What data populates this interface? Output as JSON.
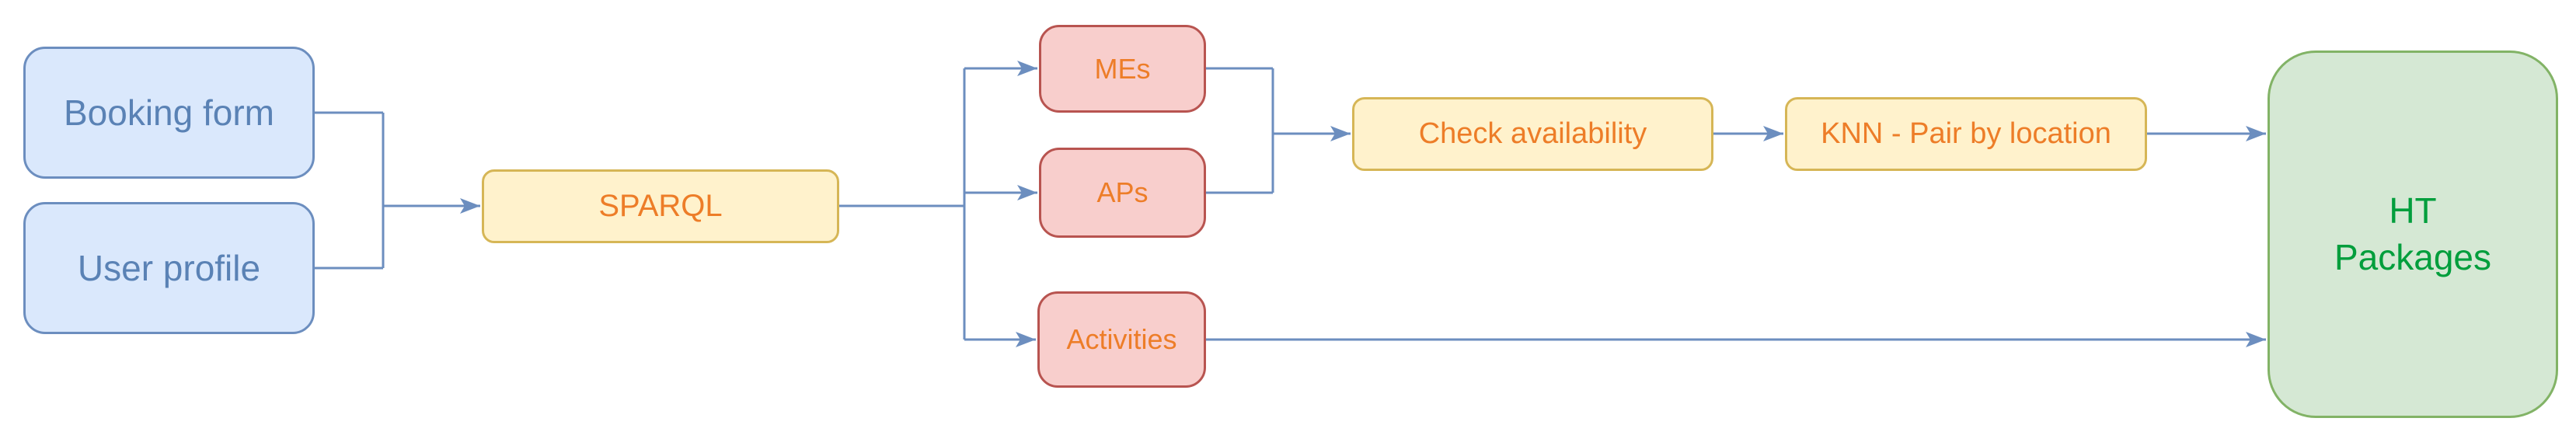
{
  "diagram": {
    "type": "flowchart",
    "background_color": "#FFFFFF",
    "connector_color": "#6C8EBF",
    "nodes": {
      "booking_form": {
        "label": "Booking form",
        "fill": "#DAE8FC",
        "stroke": "#6C8EBF",
        "text_color": "#5A82B5"
      },
      "user_profile": {
        "label": "User profile",
        "fill": "#DAE8FC",
        "stroke": "#6C8EBF",
        "text_color": "#5A82B5"
      },
      "sparql": {
        "label": "SPARQL",
        "fill": "#FFF2CC",
        "stroke": "#D6B656",
        "text_color": "#ED7D28"
      },
      "mes": {
        "label": "MEs",
        "fill": "#F8CECC",
        "stroke": "#B85450",
        "text_color": "#ED7D28"
      },
      "aps": {
        "label": "APs",
        "fill": "#F8CECC",
        "stroke": "#B85450",
        "text_color": "#ED7D28"
      },
      "activities": {
        "label": "Activities",
        "fill": "#F8CECC",
        "stroke": "#B85450",
        "text_color": "#ED7D28"
      },
      "check_availability": {
        "label": "Check availability",
        "fill": "#FFF2CC",
        "stroke": "#D6B656",
        "text_color": "#ED7D28"
      },
      "knn_pair": {
        "label": "KNN - Pair by location",
        "fill": "#FFF2CC",
        "stroke": "#D6B656",
        "text_color": "#ED7D28"
      },
      "ht_packages": {
        "label": "HT\nPackages",
        "fill": "#D5E8D4",
        "stroke": "#82B366",
        "text_color": "#009E3C"
      }
    },
    "edges": [
      {
        "from": "booking_form",
        "to": "sparql"
      },
      {
        "from": "user_profile",
        "to": "sparql"
      },
      {
        "from": "sparql",
        "to": "mes"
      },
      {
        "from": "sparql",
        "to": "aps"
      },
      {
        "from": "sparql",
        "to": "activities"
      },
      {
        "from": "mes",
        "to": "check_availability"
      },
      {
        "from": "aps",
        "to": "check_availability"
      },
      {
        "from": "check_availability",
        "to": "knn_pair"
      },
      {
        "from": "knn_pair",
        "to": "ht_packages"
      },
      {
        "from": "activities",
        "to": "ht_packages"
      }
    ]
  }
}
